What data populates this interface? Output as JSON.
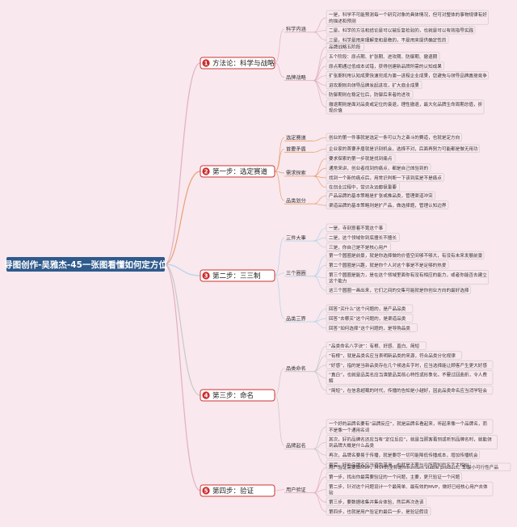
{
  "root": {
    "title": "导图创作-吴雅杰-45一张图看懂如何定方位"
  },
  "sections": [
    {
      "num": "1",
      "label": "方法论：科学与战略",
      "color": "#e0b0c0",
      "subs": [
        {
          "label": "科学内涵",
          "leaves": [
            [
              "一是，科学不可能预测每一个研究对象的具体情况，但可对整体的事物规律有好",
              "的描述和预测"
            ],
            [
              "二是，科学的方法和结论是可以被反复检验的，也就是可以有效指导实践"
            ],
            [
              "三是，科学是用来理解变和是稳的，不是用来提供确定性的"
            ]
          ]
        },
        {
          "label": "品牌战略",
          "leaves": [
            [
              "品牌战略五阶段"
            ],
            [
              "五个阶段：原点期、扩张期、进攻期、防御期、撤退期"
            ],
            [
              "原点期通过低成本试错，获得创建新品牌所需的认知成果"
            ],
            [
              "扩张期利用认知成果快速完成为第一进程企业成果，您避免与领导品牌直接竞争"
            ],
            [
              "进攻期则向领导品牌发起进攻，扩大商业成果"
            ],
            [
              "防御期则在稳定位后，防御后来者的进攻"
            ],
            [
              "撤退期则是面对品类或定位的衰退，理性撤退，最大化品牌生命周期总值，折",
              "现价值"
            ]
          ]
        }
      ]
    },
    {
      "num": "2",
      "label": "第一步：选定赛道",
      "color": "#e8a070",
      "subs": [
        {
          "label": "选定赛道",
          "leaves": [
            [
              "创业的第一件事就是选定一条可以为之奋斗的赛道，也就是定方向"
            ]
          ]
        },
        {
          "label": "首要矛盾",
          "leaves": [
            [
              "企业家的首要矛盾就是识别机会，选择不对，后面再努力可能都是做无用功"
            ]
          ]
        },
        {
          "label": "需求探索",
          "leaves": [
            [
              "要求探索的第一步就是找到痛点"
            ],
            [
              "通常来讲，创业者找到的痛点，都是自己体验到的"
            ],
            [
              "找到一个新的痛点后，用常识判断一下该到底是不是痛点"
            ],
            [
              "在创业过程中，常识永远都很重要"
            ]
          ]
        },
        {
          "label": "品类划分",
          "leaves": [
            [
              "产品品牌的基本策略是扩张或推品类，管理渠道冲突"
            ],
            [
              "渠道品牌的基本策略则是扩产品，做选择题，管理认知边界"
            ]
          ]
        }
      ]
    },
    {
      "num": "3",
      "label": "第二步：三三制",
      "color": "#b0d4e8",
      "subs": [
        {
          "label": "三件大事",
          "leaves": [
            [
              "一是，寺刻意着不寛这个事"
            ],
            [
              "二是，这个领域你到底擅长不擅长"
            ],
            [
              "三是，你自己是不是核心用户"
            ]
          ]
        },
        {
          "label": "三个圈圈",
          "leaves": [
            [
              "第一个圆圈是前景，就是你选择做的价值空间够不够大，有没有未来发展前景"
            ],
            [
              "第二个圆圈是兴趣，就是你个人对这个事是不是足够的热爱"
            ],
            [
              "第三个圆圈是能力，是在这个领域里面你有没有相应的能力，或者你能否去建立",
              "这个能力"
            ],
            [
              "这三个圆圈一画出来，它们之间的交集可能就是你创业方向的最好选择"
            ]
          ]
        },
        {
          "label": "品类三界",
          "leaves": [
            [
              "回答“买什么”这个问题的，是产品品类"
            ],
            [
              "回答“去哪买”这个问题的，是渠道品类"
            ],
            [
              "回答“如何选择”这个问题的，是导购品类"
            ]
          ]
        }
      ]
    },
    {
      "num": "4",
      "label": "第三步：命名",
      "color": "#c8c8c8",
      "subs": [
        {
          "label": "品类命名",
          "leaves": [
            [
              "“品类命名八字诀”：有根、好感、直白、简短"
            ],
            [
              "“有根”，就是品类名应当表明新品类的来源，符合品类分化规律"
            ],
            [
              "“好感”，指的是当新品类存在几个候选名字时，应当选择能让顾客产生更大好感"
            ],
            [
              "“直白”，也就是品类名应当清楚品类核心特性或形象化，不要过回曲折，令人费",
              "解"
            ],
            [
              "“简短”，在信息超载的时代，传播的告知是小越好，因此品类命名应当消学轻会"
            ]
          ]
        },
        {
          "label": "品牌起名",
          "leaves": [
            [
              "一个好的品牌名要有“品牌反应”，就是品牌名看起来，听起来像一个品牌名，而",
              "不是像一个通用名词"
            ],
            [
              "其次，好的品牌名还应当有“定位反应”，就是当顾客看到或听到品牌名时，就能领",
              "到品牌大概是什么品类"
            ],
            [
              "再次，品牌名要易于传播，就是要尽一切可能降低传播成本，增加传播机会"
            ],
            [
              "最后，好的品牌名应当避免混淆，也就是不要与众所周知的名字太相似"
            ]
          ]
        }
      ]
    },
    {
      "num": "5",
      "label": "第四步：验证",
      "color": "#e0b0c0",
      "subs": [
        {
          "label": "用户验证",
          "leaves": [
            [
              "用户验证需要做MVP，MVP的全称是minimum viable product，即最小可行性产品"
            ],
            [
              "第一步，找出你最需要验证的一个问题，主要，更只验证一个问题"
            ],
            [
              "第二步，针对这个问题设计一个最简单、最有效的MVP，做好已经核心用户去体",
              "验"
            ],
            [
              "第三步，要数据收集并集合体验，然后再次迭该"
            ],
            [
              "第四步，也就是用户验证的最后一步，是验证假设"
            ]
          ]
        }
      ]
    }
  ]
}
